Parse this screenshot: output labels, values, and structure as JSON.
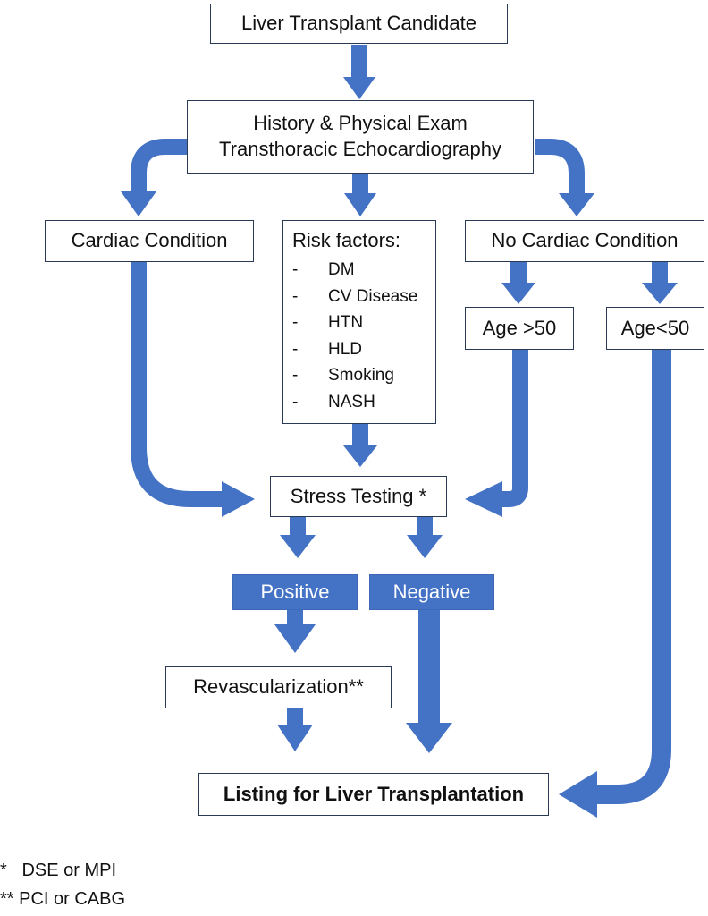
{
  "nodes": {
    "start": "Liver Transplant Candidate",
    "exam_line1": "History & Physical Exam",
    "exam_line2": "Transthoracic Echocardiography",
    "cardiac": "Cardiac Condition",
    "risk_title": "Risk factors:",
    "risk_items": [
      "DM",
      "CV Disease",
      "HTN",
      "HLD",
      "Smoking",
      "NASH"
    ],
    "no_cardiac": "No Cardiac Condition",
    "age_over": "Age >50",
    "age_under": "Age<50",
    "stress": "Stress Testing *",
    "positive": "Positive",
    "negative": "Negative",
    "revasc": "Revascularization**",
    "listing": "Listing for Liver Transplantation"
  },
  "footnotes": {
    "note1": "*   DSE or MPI",
    "note2": "** PCI or CABG"
  },
  "colors": {
    "arrow": "#4472C4",
    "box_border": "#2a3a55"
  }
}
